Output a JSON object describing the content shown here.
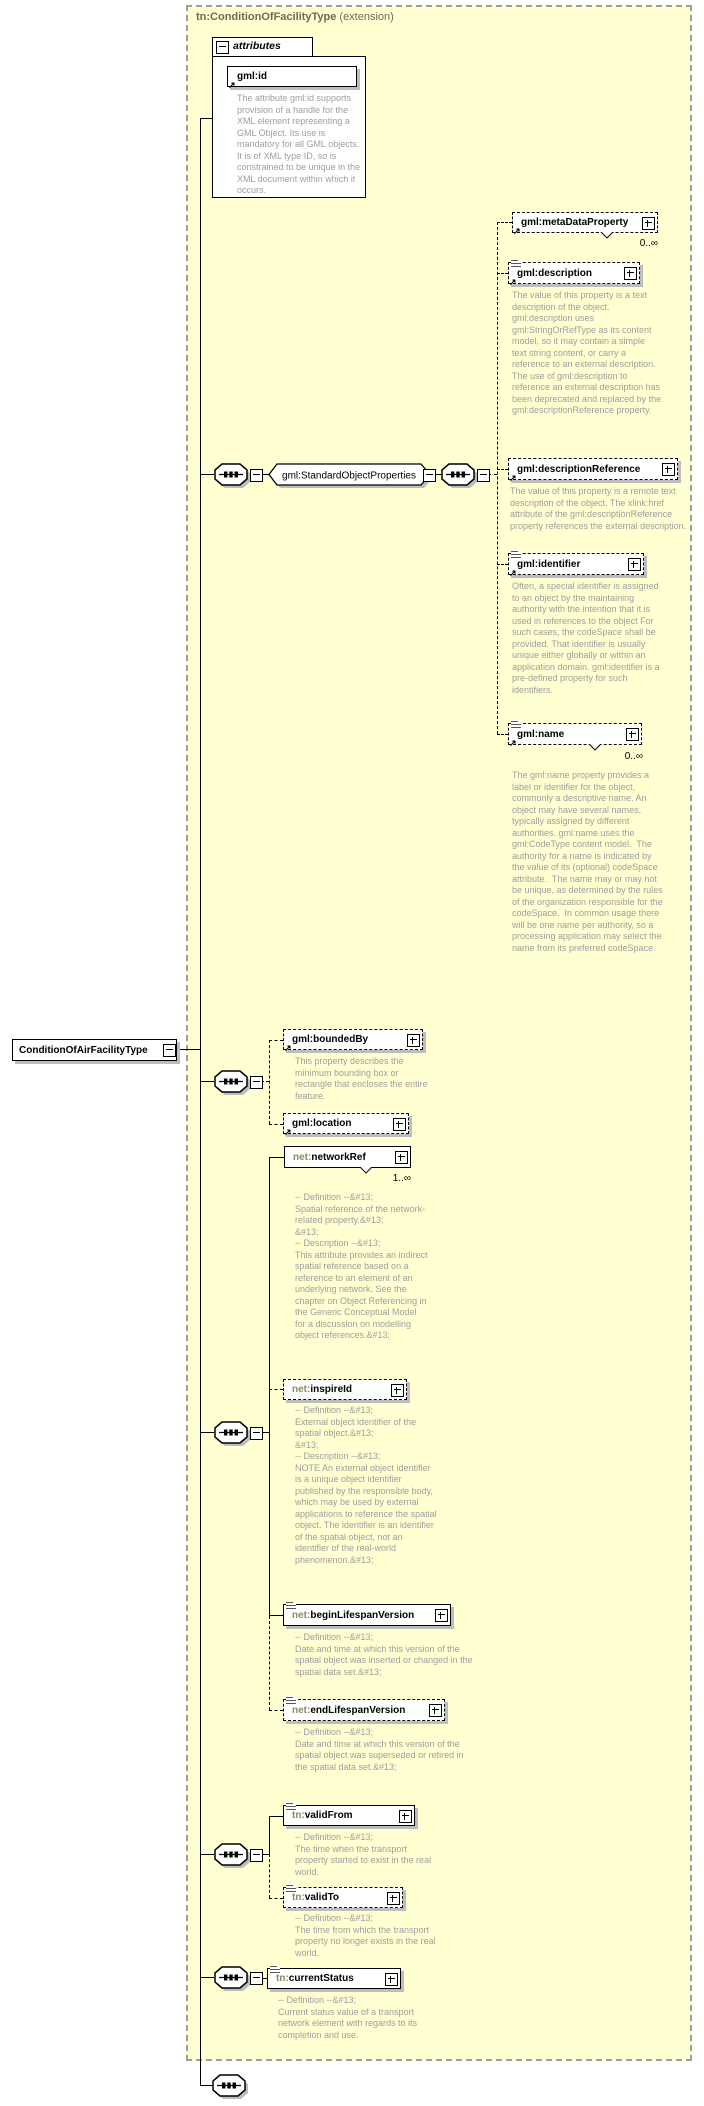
{
  "diagram": {
    "title": "tn:ConditionOfFacilityType",
    "title_suffix": "(extension)",
    "attributes": {
      "label": "attributes",
      "gml_id": {
        "label": "gml:id",
        "annotation": "The attribute gml:id supports provision of a handle for the XML element representing a GML Object. Its use is mandatory for all GML objects. It is of XML type ID, so is constrained to be unique in the XML document within which it occurs."
      }
    },
    "root": {
      "label": "ConditionOfAirFacilityType"
    },
    "group": {
      "label": "gml:StandardObjectProperties"
    }
  },
  "elements": {
    "metaDataProperty": {
      "label": "gml:metaDataProperty",
      "cardinality": "0..∞"
    },
    "description": {
      "label": "gml:description",
      "annotation": "The value of this property is a text description of the object. gml:description uses gml:StringOrRefType as its content model, so it may contain a simple text string content, or carry a reference to an external description. The use of gml:description to reference an external description has been deprecated and replaced by the gml:descriptionReference property."
    },
    "descriptionReference": {
      "label": "gml:descriptionReference",
      "annotation": "The value of this property is a remote text description of the object. The xlink:href attribute of the gml:descriptionReference property references the external description."
    },
    "identifier": {
      "label": "gml:identifier",
      "annotation": "Often, a special identifier is assigned to an object by the maintaining authority with the intention that it is used in references to the object For such cases, the codeSpace shall be provided. That identifier is usually unique either globally or within an application domain. gml:identifier is a pre-defined property for such identifiers."
    },
    "name": {
      "label": "gml:name",
      "cardinality": "0..∞",
      "annotation": "The gml:name property provides a label or identifier for the object, commonly a descriptive name. An object may have several names, typically assigned by different authorities. gml:name uses the gml:CodeType content model.  The authority for a name is indicated by the value of its (optional) codeSpace attribute.  The name may or may not be unique, as determined by the rules of the organization responsible for the codeSpace.  In common usage there will be one name per authority, so a processing application may select the name from its preferred codeSpace."
    },
    "boundedBy": {
      "label": "gml:boundedBy",
      "annotation": "This property describes the minimum bounding box or rectangle that encloses the entire feature."
    },
    "location": {
      "label": "gml:location"
    },
    "networkRef": {
      "prefix": "net:",
      "name": "networkRef",
      "cardinality": "1..∞",
      "annotation": "-- Definition --&#13;\nSpatial reference of the network-related property.&#13;\n&#13;\n-- Description --&#13;\nThis attribute provides an indirect spatial reference based on a reference to an element of an underlying network. See the chapter on Object Referencing in the Generic Conceptual Model for a discussion on modelling object references.&#13;"
    },
    "inspireId": {
      "prefix": "net:",
      "name": "inspireId",
      "annotation": "-- Definition --&#13;\nExternal object identifier of the spatial object.&#13;\n&#13;\n-- Description --&#13;\nNOTE An external object identifier is a unique object identifier published by the responsible body, which may be used by external applications to reference the spatial object. The identifier is an identifier of the spatial object, not an identifier of the real-world phenomenon.&#13;"
    },
    "beginLifespanVersion": {
      "prefix": "net:",
      "name": "beginLifespanVersion",
      "annotation": "-- Definition --&#13;\nDate and time at which this version of the spatial object was inserted or changed in the spatial data set.&#13;"
    },
    "endLifespanVersion": {
      "prefix": "net:",
      "name": "endLifespanVersion",
      "annotation": "-- Definition --&#13;\nDate and time at which this version of the spatial object was superseded or retired in the spatial data set.&#13;"
    },
    "validFrom": {
      "prefix": "tn:",
      "name": "validFrom",
      "annotation": "-- Definition --&#13;\nThe time when the transport property started to exist in the real world."
    },
    "validTo": {
      "prefix": "tn:",
      "name": "validTo",
      "annotation": "-- Definition --&#13;\nThe time from which the transport property no longer exists in the real world."
    },
    "currentStatus": {
      "prefix": "tn:",
      "name": "currentStatus",
      "annotation": "-- Definition --&#13;\nCurrent status value of a transport network element with regards to its completion and use."
    }
  }
}
